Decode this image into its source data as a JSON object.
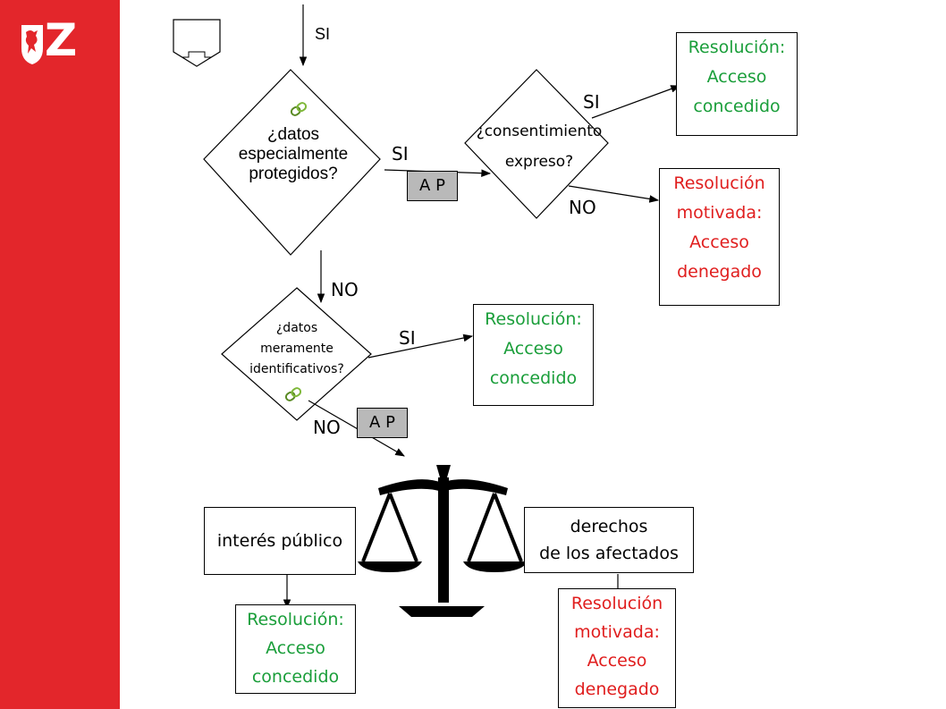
{
  "brand": {
    "logo_text": "Z",
    "logo_icon": "lion-shield-icon"
  },
  "flow": {
    "top_si": "SI",
    "d1": {
      "line1": "¿datos",
      "line2": "especialmente",
      "line3": "protegidos?"
    },
    "d1_si": "SI",
    "d1_no": "NO",
    "ap1": "A P",
    "d2": {
      "line1": "¿consentimiento",
      "line2": "expreso?"
    },
    "d2_si": "SI",
    "d2_no": "NO",
    "d3": {
      "line1": "¿datos",
      "line2": "meramente",
      "line3": "identificativos?"
    },
    "d3_si": "SI",
    "d3_no": "NO",
    "ap2": "A P"
  },
  "notes": {
    "granted_1": {
      "l1": "Resolución:",
      "l2": "Acceso",
      "l3": "concedido"
    },
    "denied_1": {
      "l1": "Resolución",
      "l2": "motivada:",
      "l3": "Acceso",
      "l4": "denegado"
    },
    "granted_2": {
      "l1": "Resolución:",
      "l2": "Acceso",
      "l3": "concedido"
    },
    "granted_3": {
      "l1": "Resolución:",
      "l2": "Acceso",
      "l3": "concedido"
    },
    "denied_2": {
      "l1": "Resolución",
      "l2": "motivada:",
      "l3": "Acceso",
      "l4": "denegado"
    }
  },
  "balance": {
    "left": "interés público",
    "right_l1": "derechos",
    "right_l2": "de los afectados"
  },
  "colors": {
    "sidebar": "#e3262b",
    "granted": "#1a9e3a",
    "denied": "#e01e1e",
    "tag": "#b9b9b9"
  }
}
